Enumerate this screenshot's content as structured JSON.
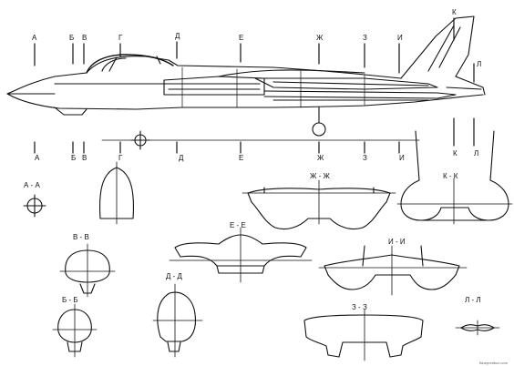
{
  "top_letters": [
    "А",
    "Б",
    "В",
    "Г",
    "Д",
    "Е",
    "Ж",
    "З",
    "И",
    "К",
    "Л"
  ],
  "bottom_letters": [
    "А",
    "Б",
    "В",
    "Г",
    "Д",
    "Е",
    "Ж",
    "З",
    "И",
    "К",
    "Л"
  ],
  "sections": {
    "a": "А - А",
    "v": "В - В",
    "b": "Б - Б",
    "d": "Д - Д",
    "e": "Е - Е",
    "zh": "Ж - Ж",
    "z": "З - З",
    "i": "И - И",
    "k": "К - К",
    "l": "Л - Л"
  },
  "credit": "Blueprintbox.com",
  "colors": {
    "ink": "#111111",
    "paper": "#ffffff"
  }
}
